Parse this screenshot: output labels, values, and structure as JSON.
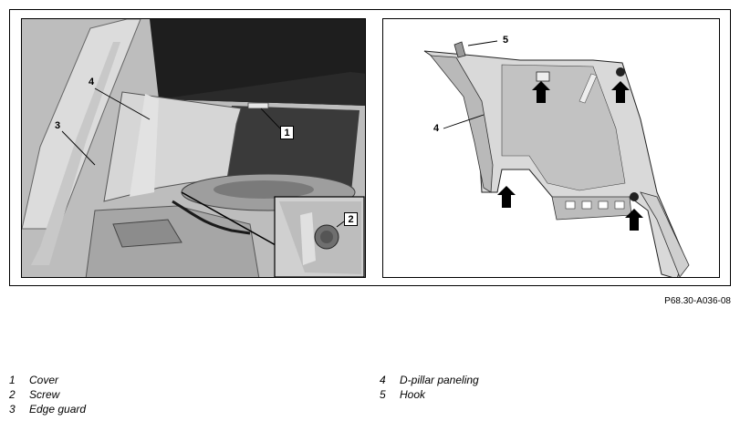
{
  "figure": {
    "code": "P68.30-A036-08",
    "callouts": {
      "cover": "1",
      "screw": "2",
      "edge_guard": "3",
      "d_pillar_paneling_left": "4",
      "d_pillar_paneling_right": "4",
      "hook": "5"
    }
  },
  "legend": {
    "left": [
      {
        "num": "1",
        "label": "Cover"
      },
      {
        "num": "2",
        "label": "Screw"
      },
      {
        "num": "3",
        "label": "Edge guard"
      }
    ],
    "right": [
      {
        "num": "4",
        "label": "D-pillar paneling"
      },
      {
        "num": "5",
        "label": "Hook"
      }
    ]
  }
}
